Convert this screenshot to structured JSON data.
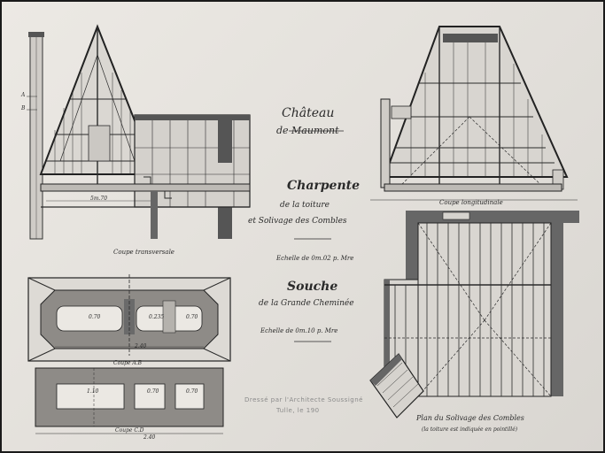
{
  "title": {
    "line1": "Château",
    "line2": "de Maumont"
  },
  "charpente": {
    "heading": "Charpente",
    "line1": "de la toiture",
    "line2": "et Solivage des Combles",
    "scale": "Echelle de 0m.02 p. Mre"
  },
  "souche": {
    "heading": "Souche",
    "line1": "de la Grande Cheminée",
    "scale": "Echelle de 0m.10 p. Mre"
  },
  "signature": {
    "line1": "Dressé par l'Architecte Soussigné",
    "line2": "Tulle, le          190"
  },
  "captions": {
    "coupe_transversale": "Coupe transversale",
    "coupe_longitudinale": "Coupe longitudinale",
    "coupe_ab": "Coupe A.B",
    "coupe_cd": "Coupe C.D",
    "plan_line1": "Plan du Solivage des Combles",
    "plan_line2": "(la toiture est indiquée en pointillé)"
  },
  "marks": {
    "a": "A",
    "b": "B"
  },
  "dimensions": {
    "floor_span": "5m.70",
    "chimney_1": "0.70",
    "chimney_2": "0.235",
    "chimney_3": "0.70",
    "base_1": "1.10",
    "base_2": "0.70",
    "base_3": "0.70",
    "top_width": "2.40",
    "bottom_width": "2.40"
  },
  "colors": {
    "paper": "#e6e3de",
    "ink": "#2a2a2a",
    "wall": "#6a6a6a",
    "frame": "#1a1a1a"
  }
}
